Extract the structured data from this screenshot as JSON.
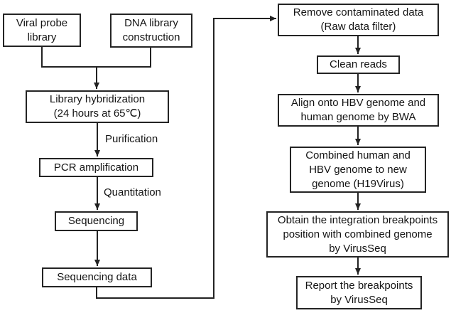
{
  "diagram": {
    "nodes": {
      "viral_probe_library": "Viral probe\nlibrary",
      "dna_library_construction": "DNA library\nconstruction",
      "library_hybridization": "Library hybridization\n(24 hours at 65℃)",
      "pcr_amplification": "PCR amplification",
      "sequencing": "Sequencing",
      "sequencing_data": "Sequencing data",
      "remove_contaminated_data": "Remove contaminated data\n(Raw data filter)",
      "clean_reads": "Clean reads",
      "align_bwa": "Align onto HBV genome and\nhuman genome by BWA",
      "combined_genome": "Combined human and\nHBV genome to new\ngenome (H19Virus)",
      "obtain_breakpoints": "Obtain the integration breakpoints\nposition with combined genome\nby VirusSeq",
      "report_breakpoints": "Report the breakpoints\nby VirusSeq"
    },
    "edges": [
      {
        "from": "viral_probe_library",
        "to": "library_hybridization",
        "label": ""
      },
      {
        "from": "dna_library_construction",
        "to": "library_hybridization",
        "label": ""
      },
      {
        "from": "library_hybridization",
        "to": "pcr_amplification",
        "label": "Purification"
      },
      {
        "from": "pcr_amplification",
        "to": "sequencing",
        "label": "Quantitation"
      },
      {
        "from": "sequencing",
        "to": "sequencing_data",
        "label": ""
      },
      {
        "from": "sequencing_data",
        "to": "remove_contaminated_data",
        "label": ""
      },
      {
        "from": "remove_contaminated_data",
        "to": "clean_reads",
        "label": ""
      },
      {
        "from": "clean_reads",
        "to": "align_bwa",
        "label": ""
      },
      {
        "from": "align_bwa",
        "to": "combined_genome",
        "label": ""
      },
      {
        "from": "combined_genome",
        "to": "obtain_breakpoints",
        "label": ""
      },
      {
        "from": "obtain_breakpoints",
        "to": "report_breakpoints",
        "label": ""
      }
    ],
    "colors": {
      "background": "#ffffff",
      "box_fill": "#ffffff",
      "box_border": "#242424",
      "line": "#222222",
      "text": "#141414"
    }
  }
}
